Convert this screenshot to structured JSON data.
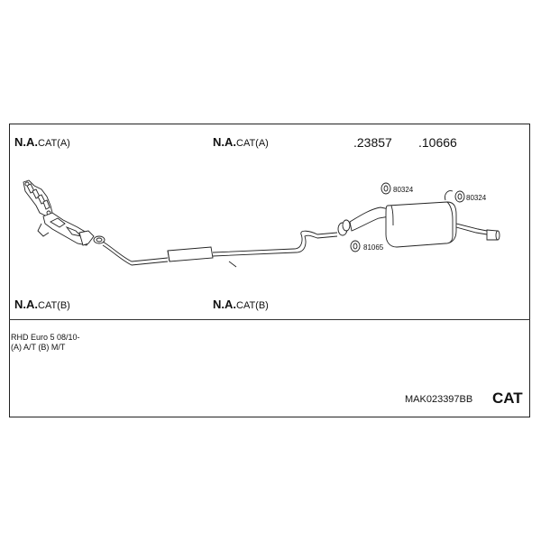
{
  "labels": {
    "cat_a_1": {
      "prefix": "N.A.",
      "suffix": "CAT(A)"
    },
    "cat_a_2": {
      "prefix": "N.A.",
      "suffix": "CAT(A)"
    },
    "cat_b_1": {
      "prefix": "N.A.",
      "suffix": "CAT(B)"
    },
    "cat_b_2": {
      "prefix": "N.A.",
      "suffix": "CAT(B)"
    }
  },
  "part_numbers": {
    "main_1": ".23857",
    "main_2": ".10666",
    "hanger_1": "80324",
    "hanger_2": "80324",
    "ring": "81065"
  },
  "info": {
    "line1": "RHD   Euro 5   08/10-",
    "line2": "(A) A/T (B) M/T"
  },
  "footer": {
    "code": "MAK023397BB",
    "badge": "CAT"
  }
}
